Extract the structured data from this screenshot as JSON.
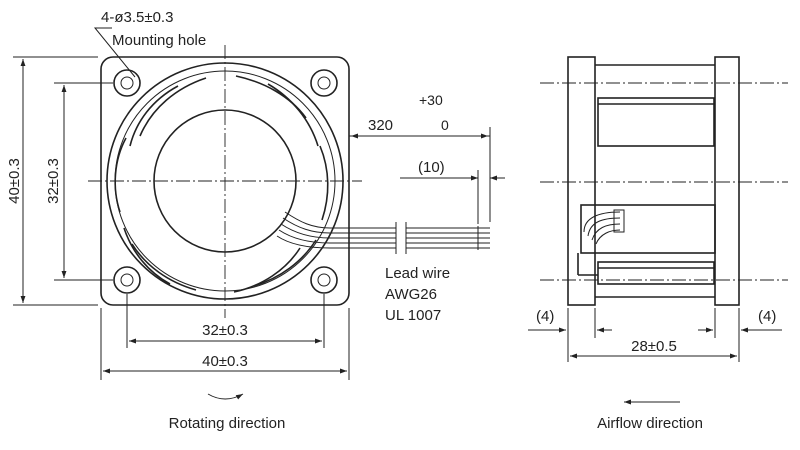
{
  "front_view": {
    "mounting_hole_spec": "4-ø3.5±0.3",
    "mounting_hole_label": "Mounting hole",
    "height_outer": "40±0.3",
    "height_pitch": "32±0.3",
    "width_pitch": "32±0.3",
    "width_outer": "40±0.3",
    "rotating_direction_label": "Rotating direction"
  },
  "lead_wire": {
    "length_tolerance_upper": "+30",
    "length_nominal": "320",
    "length_tolerance_lower": "0",
    "strip_length": "(10)",
    "label_line1": "Lead wire",
    "label_line2": "AWG26",
    "label_line3": "UL 1007"
  },
  "side_view": {
    "flange_left": "(4)",
    "flange_right": "(4)",
    "depth": "28±0.5",
    "airflow_direction_label": "Airflow direction"
  }
}
